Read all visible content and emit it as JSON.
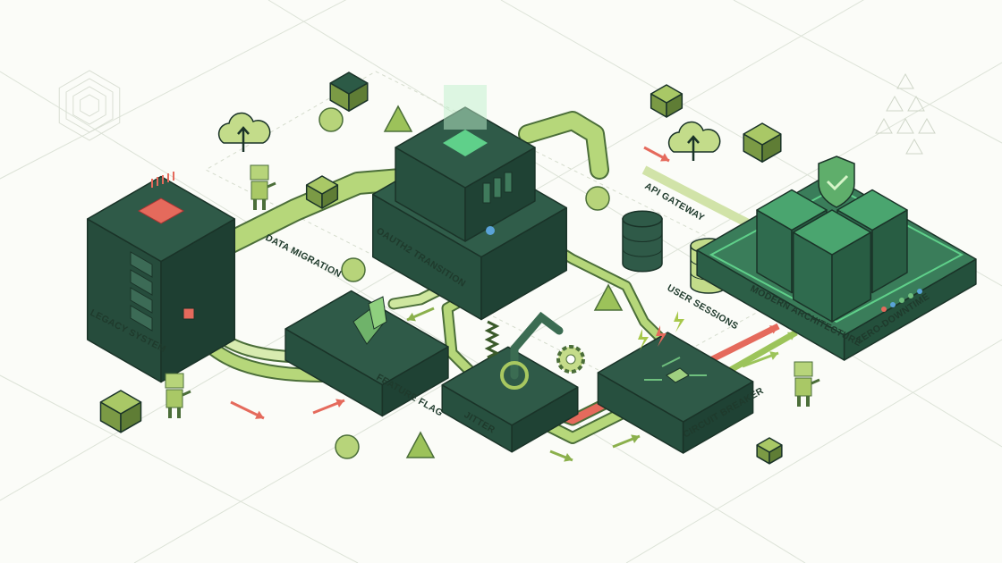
{
  "labels": {
    "legacy_system": "LEGACY SYSTEM",
    "data_migration": "DATA MIGRATION",
    "oauth2_transition": "OAUTH2 TRANSITION",
    "feature_flag": "FEATURE FLAG",
    "jitter": "JITTER",
    "api_gateway": "API GATEWAY",
    "user_sessions": "USER SESSIONS",
    "circuit_breaker": "CIRCUIT BREAKER",
    "modern_architecture": "MODERN ARCHITECTURE",
    "zero_downtime": "ZERO-DOWNTIME"
  },
  "colors": {
    "dark_green": "#2c5a46",
    "mid_green": "#3f7a5c",
    "glow_green": "#5fd08a",
    "pipe_green": "#b6d77a",
    "pipe_outline": "#4b6e39",
    "alert_red": "#e56a5c",
    "line_gray": "#dde3d8"
  }
}
